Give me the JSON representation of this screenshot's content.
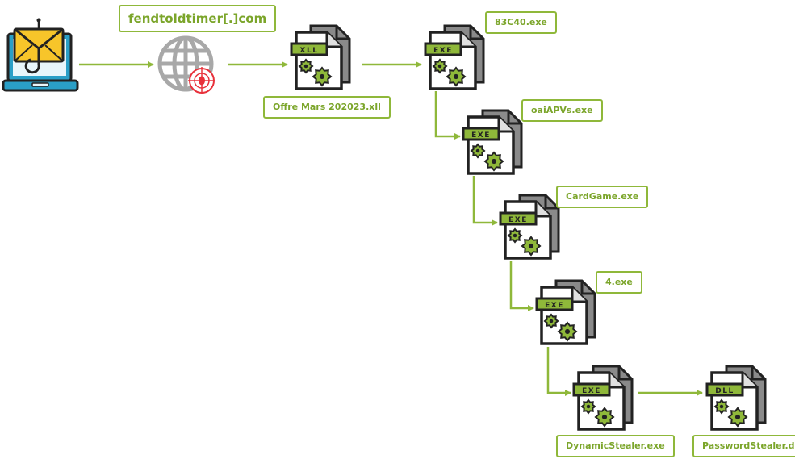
{
  "domain_label": "fendtoldtimer[.]com",
  "colors": {
    "accent": "#8fb83a",
    "accent_text": "#7ba52a",
    "icon_dark": "#222222",
    "icon_gray": "#7a7a7a",
    "email_yellow": "#f7c52a",
    "laptop_blue": "#2a9fc7",
    "globe_gray": "#a8a8a8",
    "target_red": "#e8323c"
  },
  "nodes": [
    {
      "id": "email",
      "icon": "phishing-email-laptop-icon"
    },
    {
      "id": "domain",
      "icon": "malicious-globe-icon"
    },
    {
      "id": "xll",
      "icon": "xll-file-icon",
      "badge": "XLL",
      "label": "Offre Mars 202023.xll"
    },
    {
      "id": "83c40",
      "icon": "exe-file-icon",
      "badge": "EXE",
      "label": "83C40.exe"
    },
    {
      "id": "oaiapvs",
      "icon": "exe-file-icon",
      "badge": "EXE",
      "label": "oaiAPVs.exe"
    },
    {
      "id": "cardgame",
      "icon": "exe-file-icon",
      "badge": "EXE",
      "label": "CardGame.exe"
    },
    {
      "id": "four",
      "icon": "exe-file-icon",
      "badge": "EXE",
      "label": "4.exe"
    },
    {
      "id": "dynamic",
      "icon": "exe-file-icon",
      "badge": "EXE",
      "label": "DynamicStealer.exe"
    },
    {
      "id": "password",
      "icon": "dll-file-icon",
      "badge": "DLL",
      "label": "PasswordStealer.dll"
    }
  ]
}
